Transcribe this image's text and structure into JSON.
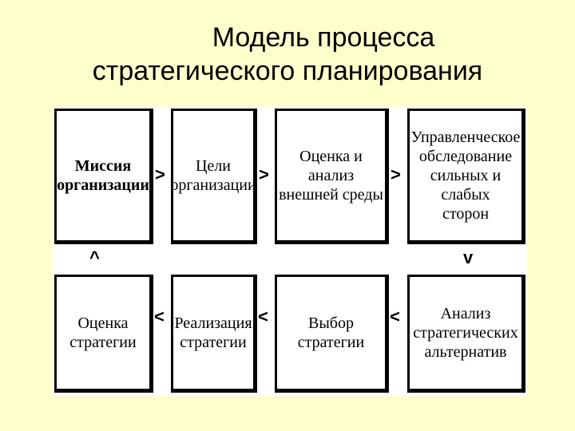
{
  "title": {
    "line1": "Модель процесса",
    "line2": "стратегического планирования"
  },
  "diagram": {
    "top_row": [
      {
        "label": "Миссия\nорганизации"
      },
      {
        "label": "Цели\nорганизации"
      },
      {
        "label": "Оценка и анализ\nвнешней среды"
      },
      {
        "label": "Управленческое\nобследование\nсильных и слабых\nсторон"
      }
    ],
    "bottom_row": [
      {
        "label": "Оценка\nстратегии"
      },
      {
        "label": "Реализация\nстратегии"
      },
      {
        "label": "Выбор\nстратегии"
      },
      {
        "label": "Анализ\nстратегических\nальтернатив"
      }
    ]
  }
}
